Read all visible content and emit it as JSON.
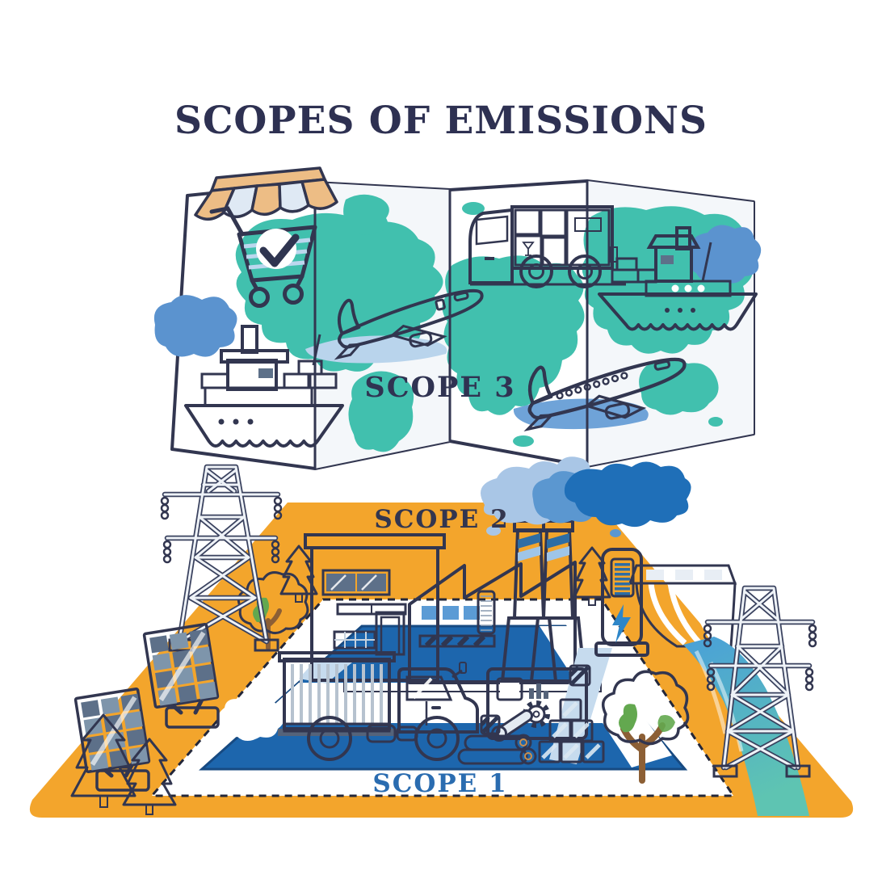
{
  "title": "SCOPES OF EMISSIONS",
  "diagram": {
    "scope3_label": "SCOPE 3",
    "scope2_label": "SCOPE 2",
    "scope1_label": "SCOPE 1"
  },
  "icons": [
    "folded-world-map",
    "storefront-awning",
    "shopping-cart",
    "check-mark",
    "delivery-truck",
    "airplane",
    "airplane",
    "cargo-ship",
    "cargo-ship",
    "smoke-cloud",
    "smoke-cloud",
    "transmission-tower",
    "transmission-tower",
    "solar-panel",
    "solar-panel",
    "pine-tree",
    "deciduous-tree",
    "factory-office",
    "factory-hall",
    "smokestack",
    "factory-smoke",
    "ev-charging-station",
    "hydroelectric-dam",
    "water-stream",
    "container-truck",
    "industrial-machine",
    "log-pile",
    "concrete-blocks",
    "white-puff"
  ],
  "colors": {
    "outline_ink": "#323650",
    "title_navy": "#2e3152",
    "map_teal": "#41c0ae",
    "ocean_blue": "#5b93cf",
    "ground_orange": "#f3a52c",
    "zone_blue": "#1d66ad",
    "scope1_blue": "#2a6cb0",
    "smoke_dark": "#1f6fb8",
    "smoke_light": "#a9c6e6",
    "awning_tan": "#edbd85",
    "tree_green": "#9fcd6c",
    "hazard_yellow": "#f4c431"
  }
}
